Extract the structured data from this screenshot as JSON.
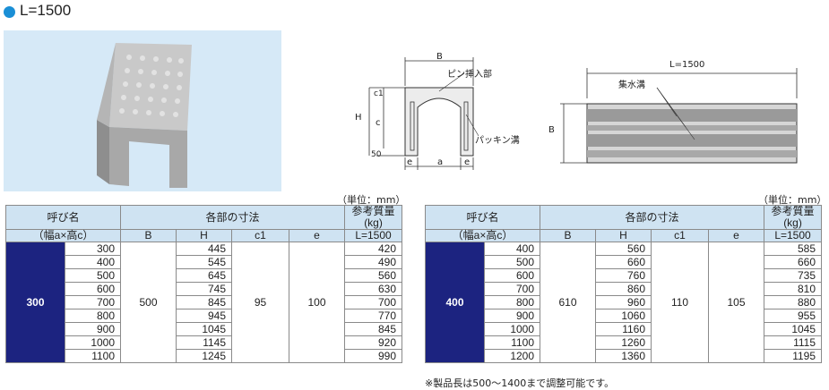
{
  "header": {
    "title": "L=1500"
  },
  "front_view": {
    "B": "B",
    "pin": "ピン挿入部",
    "H": "H",
    "c1": "c1",
    "c": "c",
    "fifty": "50",
    "e_left": "e",
    "a": "a",
    "e_right": "e",
    "packing": "パッキン溝"
  },
  "side_view": {
    "length": "L=1500",
    "drain": "集水溝",
    "B": "B"
  },
  "tables": [
    {
      "unit": "（単位：mm）",
      "head": {
        "name": "呼び名",
        "name_sub": "（幅a×高c）",
        "dims": "各部の寸法",
        "weight": "参考質量(kg)",
        "B": "B",
        "H": "H",
        "c1": "c1",
        "e": "e",
        "L": "L=1500"
      },
      "group": "300",
      "B": "500",
      "c1": "95",
      "e": "100",
      "rows": [
        {
          "c": "300",
          "H": "445",
          "kg": "420"
        },
        {
          "c": "400",
          "H": "545",
          "kg": "490"
        },
        {
          "c": "500",
          "H": "645",
          "kg": "560"
        },
        {
          "c": "600",
          "H": "745",
          "kg": "630"
        },
        {
          "c": "700",
          "H": "845",
          "kg": "700"
        },
        {
          "c": "800",
          "H": "945",
          "kg": "770"
        },
        {
          "c": "900",
          "H": "1045",
          "kg": "845"
        },
        {
          "c": "1000",
          "H": "1145",
          "kg": "920"
        },
        {
          "c": "1100",
          "H": "1245",
          "kg": "990"
        }
      ]
    },
    {
      "unit": "（単位：mm）",
      "head": {
        "name": "呼び名",
        "name_sub": "（幅a×高c）",
        "dims": "各部の寸法",
        "weight": "参考質量(kg)",
        "B": "B",
        "H": "H",
        "c1": "c1",
        "e": "e",
        "L": "L=1500"
      },
      "group": "400",
      "B": "610",
      "c1": "110",
      "e": "105",
      "rows": [
        {
          "c": "400",
          "H": "560",
          "kg": "585"
        },
        {
          "c": "500",
          "H": "660",
          "kg": "660"
        },
        {
          "c": "600",
          "H": "760",
          "kg": "735"
        },
        {
          "c": "700",
          "H": "860",
          "kg": "810"
        },
        {
          "c": "800",
          "H": "960",
          "kg": "880"
        },
        {
          "c": "900",
          "H": "1060",
          "kg": "955"
        },
        {
          "c": "1000",
          "H": "1160",
          "kg": "1045"
        },
        {
          "c": "1100",
          "H": "1260",
          "kg": "1115"
        },
        {
          "c": "1200",
          "H": "1360",
          "kg": "1195"
        }
      ]
    }
  ],
  "footnote": "※製品長は500～1400まで調整可能です。"
}
